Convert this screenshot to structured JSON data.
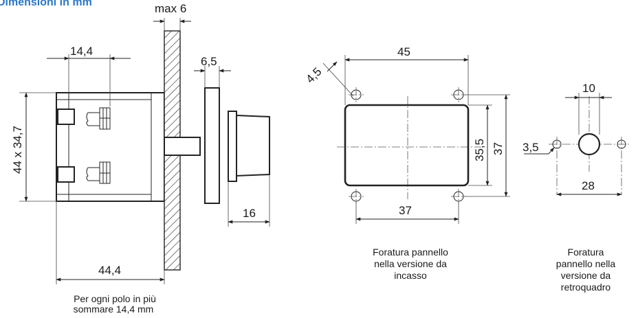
{
  "title": "Dimensioni in mm",
  "dims": {
    "max6": "max 6",
    "d14_4": "14,4",
    "d6_5": "6,5",
    "d44x34_7": "44 x 34,7",
    "d16": "16",
    "d44_4": "44,4",
    "d45": "45",
    "d4_5": "4,5",
    "d35_5": "35,5",
    "d37v": "37",
    "d37h": "37",
    "d10": "10",
    "d3_5": "3,5",
    "d28": "28"
  },
  "captions": {
    "pole_line1": "Per ogni polo in più",
    "pole_line2": "sommare 14,4 mm",
    "flush_line1": "Foratura pannello",
    "flush_line2": "nella versione da",
    "flush_line3": "incasso",
    "rear_line1": "Foratura",
    "rear_line2": "pannello nella",
    "rear_line3": "versione da",
    "rear_line4": "retroquadro"
  }
}
